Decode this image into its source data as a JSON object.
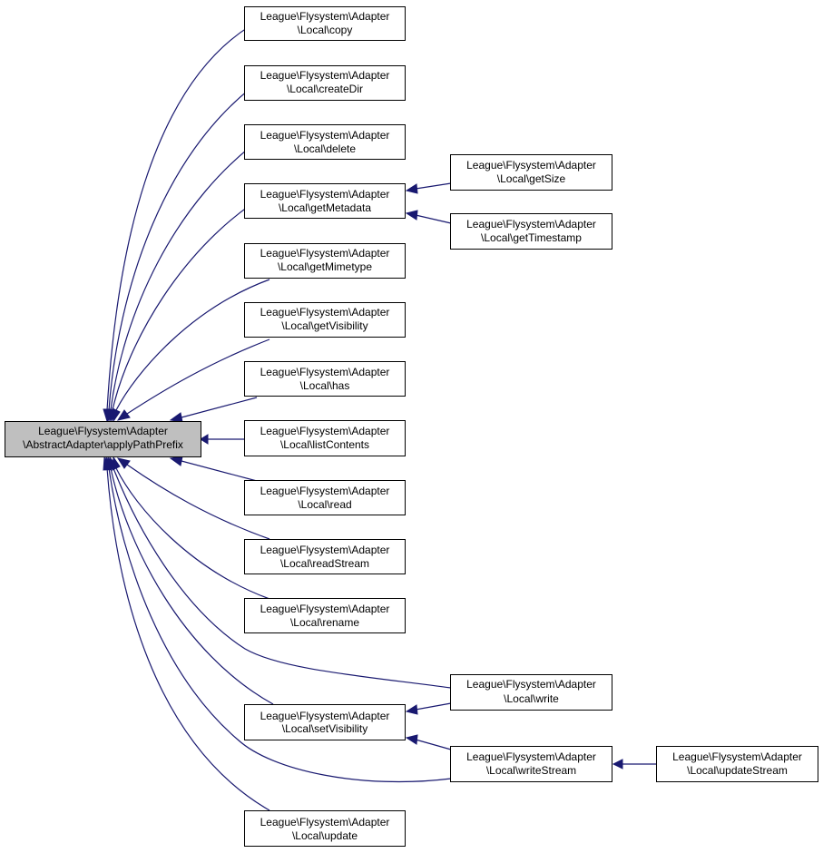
{
  "colors": {
    "edge": "#191970",
    "node_fill": "#ffffff",
    "root_fill": "#bfbfbf",
    "border": "#000000"
  },
  "root": {
    "line1": "League\\Flysystem\\Adapter",
    "line2": "\\AbstractAdapter\\applyPathPrefix"
  },
  "nodes": [
    {
      "id": "copy",
      "line1": "League\\Flysystem\\Adapter",
      "line2": "\\Local\\copy"
    },
    {
      "id": "createDir",
      "line1": "League\\Flysystem\\Adapter",
      "line2": "\\Local\\createDir"
    },
    {
      "id": "delete",
      "line1": "League\\Flysystem\\Adapter",
      "line2": "\\Local\\delete"
    },
    {
      "id": "getMetadata",
      "line1": "League\\Flysystem\\Adapter",
      "line2": "\\Local\\getMetadata"
    },
    {
      "id": "getMimetype",
      "line1": "League\\Flysystem\\Adapter",
      "line2": "\\Local\\getMimetype"
    },
    {
      "id": "getVisibility",
      "line1": "League\\Flysystem\\Adapter",
      "line2": "\\Local\\getVisibility"
    },
    {
      "id": "has",
      "line1": "League\\Flysystem\\Adapter",
      "line2": "\\Local\\has"
    },
    {
      "id": "listContents",
      "line1": "League\\Flysystem\\Adapter",
      "line2": "\\Local\\listContents"
    },
    {
      "id": "read",
      "line1": "League\\Flysystem\\Adapter",
      "line2": "\\Local\\read"
    },
    {
      "id": "readStream",
      "line1": "League\\Flysystem\\Adapter",
      "line2": "\\Local\\readStream"
    },
    {
      "id": "rename",
      "line1": "League\\Flysystem\\Adapter",
      "line2": "\\Local\\rename"
    },
    {
      "id": "setVisibility",
      "line1": "League\\Flysystem\\Adapter",
      "line2": "\\Local\\setVisibility"
    },
    {
      "id": "update",
      "line1": "League\\Flysystem\\Adapter",
      "line2": "\\Local\\update"
    },
    {
      "id": "getSize",
      "line1": "League\\Flysystem\\Adapter",
      "line2": "\\Local\\getSize"
    },
    {
      "id": "getTimestamp",
      "line1": "League\\Flysystem\\Adapter",
      "line2": "\\Local\\getTimestamp"
    },
    {
      "id": "write",
      "line1": "League\\Flysystem\\Adapter",
      "line2": "\\Local\\write"
    },
    {
      "id": "writeStream",
      "line1": "League\\Flysystem\\Adapter",
      "line2": "\\Local\\writeStream"
    },
    {
      "id": "updateStream",
      "line1": "League\\Flysystem\\Adapter",
      "line2": "\\Local\\updateStream"
    }
  ]
}
